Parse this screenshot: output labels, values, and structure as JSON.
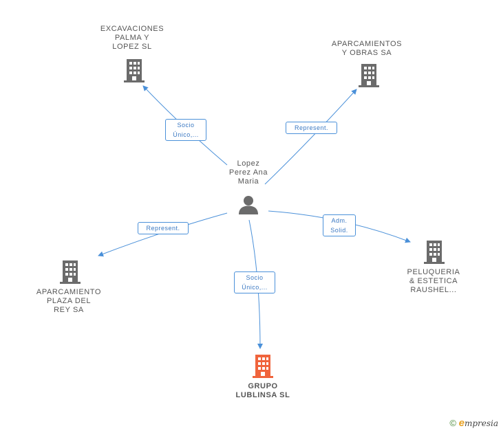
{
  "nodes": {
    "excavaciones": {
      "label": "EXCAVACIONES\nPALMA Y\nLOPEZ SL",
      "color": "#6b6b6b"
    },
    "aparcamientos_obras": {
      "label": "APARCAMIENTOS\nY OBRAS SA",
      "color": "#6b6b6b"
    },
    "person": {
      "label": "Lopez\nPerez Ana\nMaria",
      "color": "#6b6b6b"
    },
    "aparcamiento_plaza": {
      "label": "APARCAMIENTO\nPLAZA DEL\nREY SA",
      "color": "#6b6b6b"
    },
    "peluqueria": {
      "label": "PELUQUERIA\n& ESTETICA\nRAUSHEL...",
      "color": "#6b6b6b"
    },
    "grupo": {
      "label": "GRUPO\nLUBLINSA SL",
      "color": "#f0643c"
    }
  },
  "edges": {
    "to_excavaciones": "Socio\nÚnico,...",
    "to_aparcamientos_obras": "Represent.",
    "to_aparcamiento_plaza": "Represent.",
    "to_peluqueria": "Adm.\nSolid.",
    "to_grupo": "Socio\nÚnico,..."
  },
  "colors": {
    "edge": "#4a90d9"
  },
  "footer": {
    "copyright": "©",
    "brand_initial": "e",
    "brand_rest": "mpresia"
  }
}
